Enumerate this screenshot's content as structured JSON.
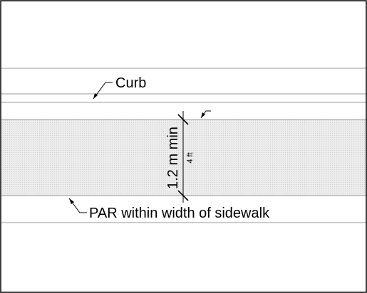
{
  "labels": {
    "curb": "Curb",
    "par": "PAR within width of sidewalk",
    "dimension_metric": "1.2 m min",
    "dimension_imperial": "4 ft"
  },
  "colors": {
    "background": "#ffffff",
    "line": "#9a9a9a",
    "border": "#000000",
    "hatch": "#e6e6e6"
  }
}
